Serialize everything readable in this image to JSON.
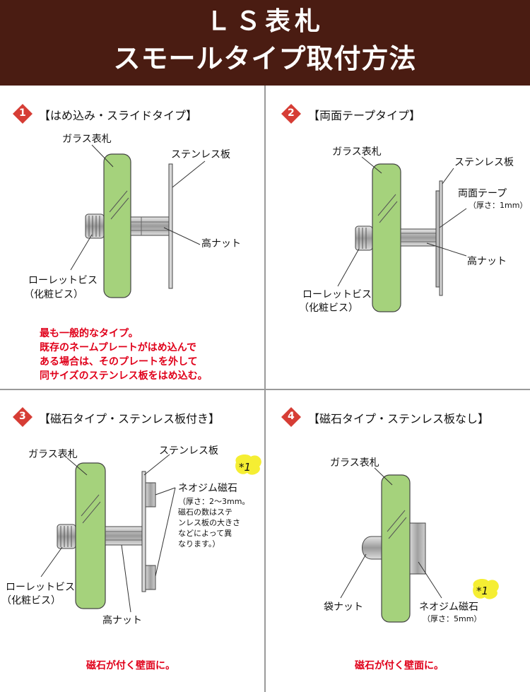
{
  "header": {
    "title_line1": "ＬＳ表札",
    "title_line2": "スモールタイプ取付方法"
  },
  "colors": {
    "header_bg": "#4a1c12",
    "glass_green": "#a5d27c",
    "number_badge": "#d63d35",
    "note_red": "#e0001a",
    "badge_yellow": "#f5ee33"
  },
  "panels": [
    {
      "number": "1",
      "title": "【はめ込み・スライドタイプ】",
      "labels": {
        "glass": "ガラス表札",
        "stainless": "ステンレス板",
        "tall_nut": "高ナット",
        "knurled_screw": "ローレットビス",
        "cosmetic_screw": "（化粧ビス）"
      },
      "note_lines": [
        "最も一般的なタイプ。",
        "既存のネームプレートがはめ込んで",
        "ある場合は、そのプレートを外して",
        "同サイズのステンレス板をはめ込む。"
      ]
    },
    {
      "number": "2",
      "title": "【両面テープタイプ】",
      "labels": {
        "glass": "ガラス表札",
        "stainless": "ステンレス板",
        "tape": "両面テープ",
        "tape_thickness": "（厚さ：1mm）",
        "tall_nut": "高ナット",
        "knurled_screw": "ローレットビス",
        "cosmetic_screw": "（化粧ビス）"
      }
    },
    {
      "number": "3",
      "title": "【磁石タイプ・ステンレス板付き】",
      "labels": {
        "glass": "ガラス表札",
        "stainless": "ステンレス板",
        "magnet": "ネオジム磁石",
        "magnet_note_lines": [
          "（厚さ：2～3mm。",
          "磁石の数はステ",
          "ンレス板の大きさ",
          "などによって異",
          "なります。）"
        ],
        "knurled_screw": "ローレットビス",
        "cosmetic_screw": "（化粧ビス）",
        "tall_nut": "高ナット"
      },
      "badge": "*1",
      "note": "磁石が付く壁面に。"
    },
    {
      "number": "4",
      "title": "【磁石タイプ・ステンレス板なし】",
      "labels": {
        "glass": "ガラス表札",
        "cap_nut": "袋ナット",
        "magnet": "ネオジム磁石",
        "magnet_thickness": "（厚さ：5mm）"
      },
      "badge": "*1",
      "note": "磁石が付く壁面に。"
    }
  ]
}
